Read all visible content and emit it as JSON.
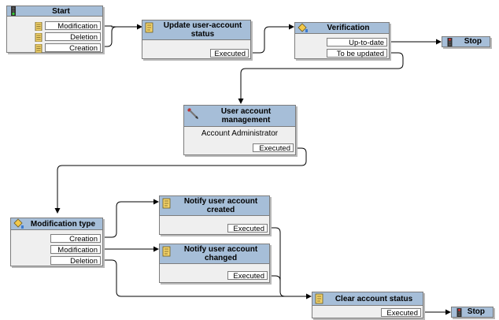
{
  "start": {
    "title": "Start",
    "ports": [
      "Modification",
      "Deletion",
      "Creation"
    ]
  },
  "update": {
    "title_line1": "Update user-account",
    "title_line2": "status",
    "port": "Executed"
  },
  "verification": {
    "title": "Verification",
    "ports": [
      "Up-to-date",
      "To be updated"
    ]
  },
  "stop1": {
    "label": "Stop"
  },
  "manage": {
    "title_line1": "User account",
    "title_line2": "management",
    "text": "Account Administrator",
    "port": "Executed"
  },
  "modtype": {
    "title": "Modification type",
    "ports": [
      "Creation",
      "Modification",
      "Deletion"
    ]
  },
  "notify_created": {
    "title_line1": "Notify user account",
    "title_line2": "created",
    "port": "Executed"
  },
  "notify_changed": {
    "title_line1": "Notify user account",
    "title_line2": "changed",
    "port": "Executed"
  },
  "clear": {
    "title": "Clear account status",
    "port": "Executed"
  },
  "stop2": {
    "label": "Stop"
  },
  "colors": {
    "header": "#a6bed8",
    "body": "#efefef",
    "line": "#000000"
  }
}
